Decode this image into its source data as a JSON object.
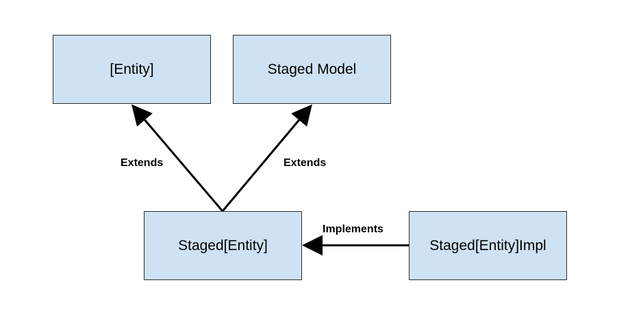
{
  "nodes": {
    "entity": "[Entity]",
    "staged_model": "Staged Model",
    "staged_entity": "Staged[Entity]",
    "staged_entity_impl": "Staged[Entity]Impl"
  },
  "edges": {
    "extends_left": "Extends",
    "extends_right": "Extends",
    "implements": "Implements"
  },
  "colors": {
    "node_fill": "#cfe2f3",
    "node_border": "#2b2b2b",
    "edge": "#000000"
  }
}
